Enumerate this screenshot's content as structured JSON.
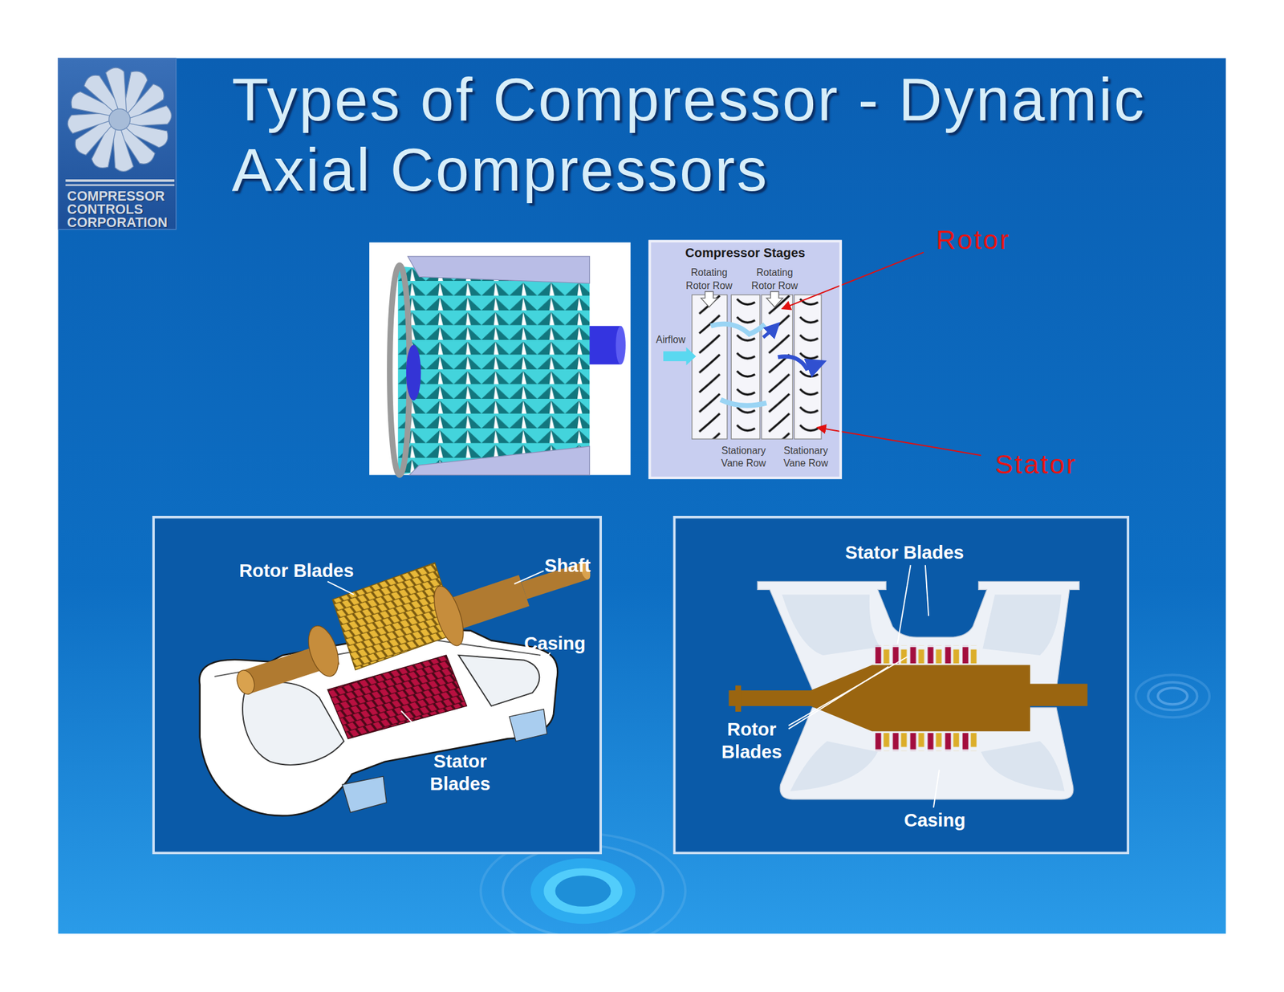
{
  "diagram": {
    "title": "Types of Compressor - Dynamic Axial Compressors",
    "nodes": [
      {
        "text": [
          "COMPRESSOR CONTROLS CORPORATION"
        ]
      },
      {
        "text": [
          "Compressor Stages",
          "Rotating Rotor Row",
          "Rotating Rotor Row",
          "Airflow",
          "Stationary Vane Row",
          "Stationary Vane Row"
        ]
      },
      {
        "text": [
          "Rotor Blades",
          "Shaft",
          "Casing",
          "Stator Blades"
        ]
      },
      {
        "text": [
          "Stator Blades",
          "Rotor Blades",
          "Casing"
        ]
      }
    ],
    "labels": [
      "Rotor",
      "Stator"
    ]
  }
}
